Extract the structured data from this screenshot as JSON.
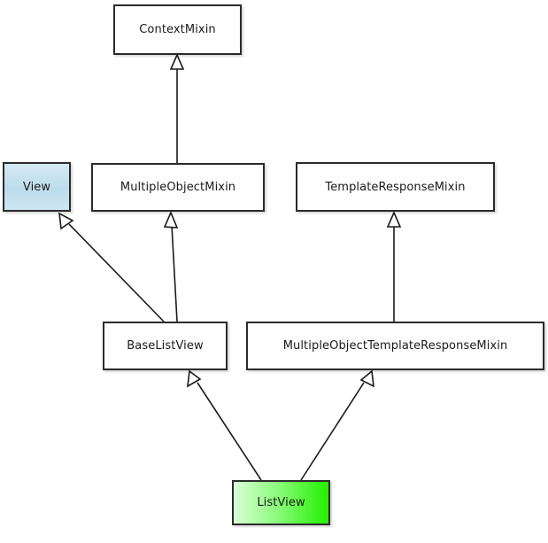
{
  "diagram": {
    "type": "uml-class-inheritance",
    "background_color": "#ffffff",
    "edge_color": "#1a1a1a",
    "node_border_color": "#2b2b2b",
    "highlight_color_green": "#23f000",
    "highlight_color_blue": "#bcdcec",
    "nodes": [
      {
        "id": "contextmixin",
        "label": "ContextMixin",
        "style": "plain"
      },
      {
        "id": "view",
        "label": "View",
        "style": "highlight-blue"
      },
      {
        "id": "multipleobject",
        "label": "MultipleObjectMixin",
        "style": "plain"
      },
      {
        "id": "templateresponse",
        "label": "TemplateResponseMixin",
        "style": "plain"
      },
      {
        "id": "baselistview",
        "label": "BaseListView",
        "style": "plain"
      },
      {
        "id": "motrm",
        "label": "MultipleObjectTemplateResponseMixin",
        "style": "plain"
      },
      {
        "id": "listview",
        "label": "ListView",
        "style": "highlight-green"
      }
    ],
    "edges": [
      {
        "from": "multipleobject",
        "to": "contextmixin",
        "kind": "generalization"
      },
      {
        "from": "baselistview",
        "to": "view",
        "kind": "generalization"
      },
      {
        "from": "baselistview",
        "to": "multipleobject",
        "kind": "generalization"
      },
      {
        "from": "motrm",
        "to": "templateresponse",
        "kind": "generalization"
      },
      {
        "from": "listview",
        "to": "baselistview",
        "kind": "generalization"
      },
      {
        "from": "listview",
        "to": "motrm",
        "kind": "generalization"
      }
    ]
  }
}
